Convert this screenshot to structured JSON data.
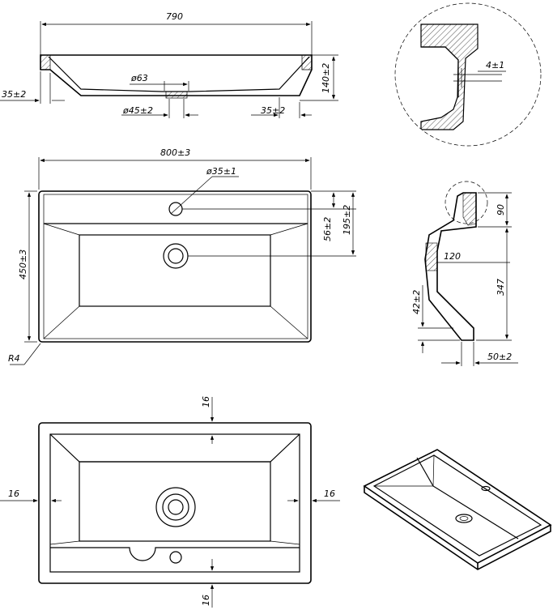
{
  "dimensions": {
    "top_width": "790",
    "top_depth": "140±2",
    "top_rim": "35±2",
    "top_drain_outer": "ø63",
    "top_drain_inner": "ø45±2",
    "top_bottom_offset": "35±2",
    "plan_width": "800±3",
    "plan_height": "450±3",
    "tap_hole": "ø35±1",
    "tap_offset_1": "56±2",
    "tap_offset_2": "195±2",
    "corner_radius": "R4",
    "detail_gap": "4±1",
    "side_top": "90",
    "side_drain": "120",
    "side_height": "347",
    "side_bottom": "42±2",
    "side_base": "50±2",
    "bottom_top": "16",
    "bottom_left": "16",
    "bottom_right": "16",
    "bottom_bottom": "16"
  }
}
